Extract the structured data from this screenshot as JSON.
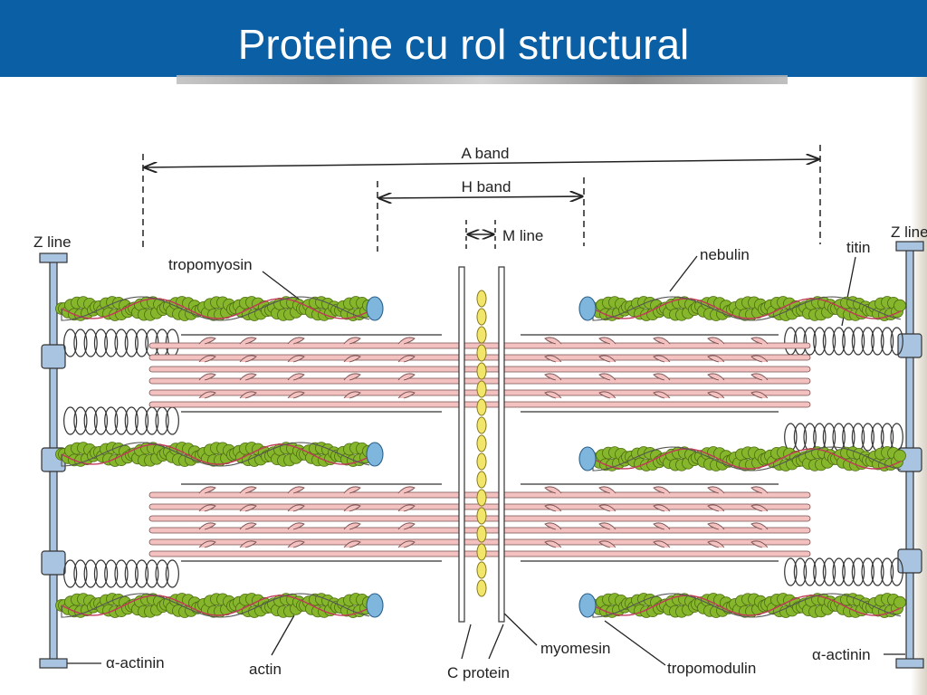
{
  "slide": {
    "title": "Proteine cu rol structural"
  },
  "labels": {
    "a_band": "A band",
    "h_band": "H band",
    "m_line": "M line",
    "z_line_left": "Z line",
    "z_line_right": "Z line",
    "tropomyosin": "tropomyosin",
    "nebulin": "nebulin",
    "titin": "titin",
    "alpha_actinin_left": "α-actinin",
    "alpha_actinin_right": "α-actinin",
    "actin": "actin",
    "c_protein": "C protein",
    "myomesin": "myomesin",
    "tropomodulin": "tropomodulin"
  },
  "colors": {
    "title_bar": "#0b5fa5",
    "actin_green": "#86b62b",
    "myosin_pink": "#f2c1c0",
    "z_disc_blue": "#a9c4e0",
    "m_line_yellow": "#f2e66a"
  }
}
